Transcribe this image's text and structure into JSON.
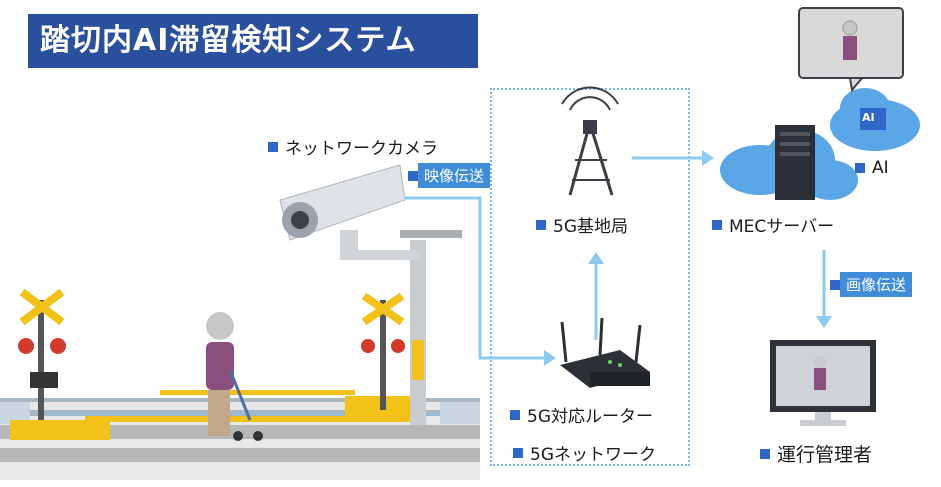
{
  "title": "踏切内AI滞留検知システム",
  "labels": {
    "camera": "ネットワークカメラ",
    "video_transfer": "映像伝送",
    "base_station": "5G基地局",
    "mec_server": "MECサーバー",
    "ai": "AI",
    "ai_chip": "AI",
    "image_transfer": "画像伝送",
    "router": "5G対応ルーター",
    "network": "5Gネットワーク",
    "operator": "運行管理者"
  },
  "colors": {
    "title_bg": "#2a4f9c",
    "accent": "#2f66c7",
    "arrow": "#8ccaf0",
    "tag_bg": "#3f8cd8",
    "cloud": "#5aa6e6"
  }
}
